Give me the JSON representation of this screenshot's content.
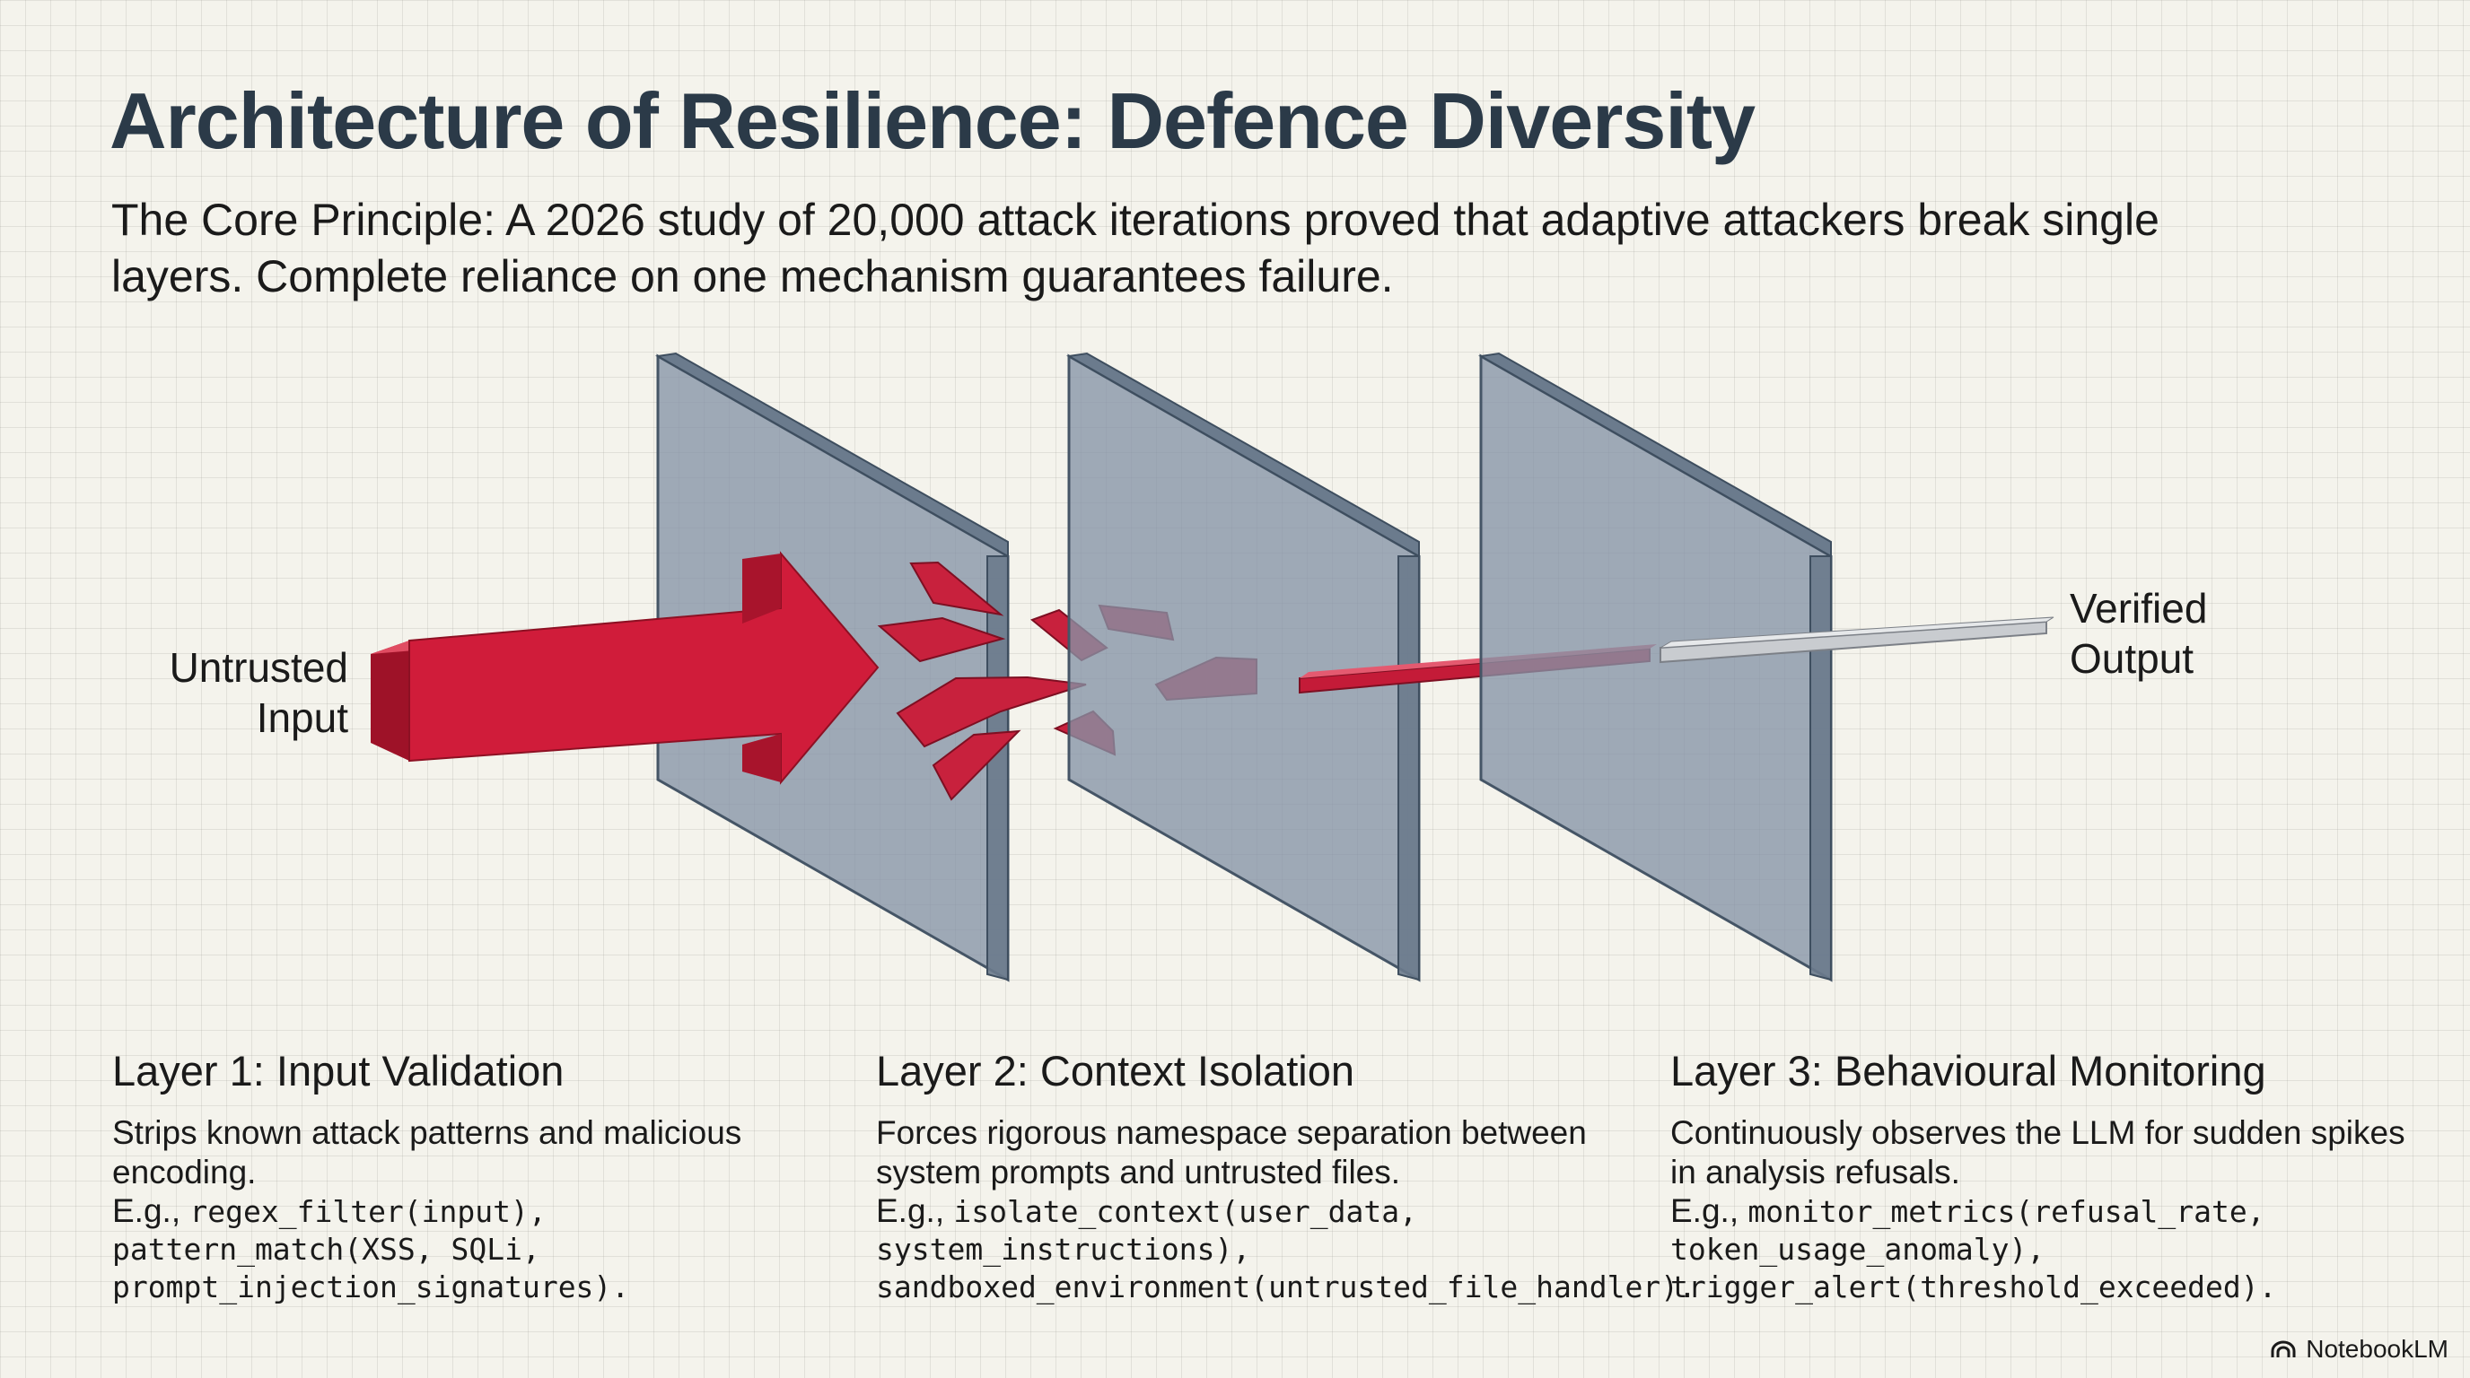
{
  "title": "Architecture of Resilience: Defence Diversity",
  "subtitle": "The Core Principle: A 2026 study of 20,000 attack iterations proved that adaptive attackers break single layers. Complete reliance on one mechanism guarantees failure.",
  "diagram": {
    "input_label": "Untrusted\nInput",
    "output_label": "Verified\nOutput",
    "colors": {
      "attack_red": "#d01c3a",
      "panel_blue": "#8594a6",
      "verified_gray": "#c9ccd0"
    }
  },
  "layers": [
    {
      "heading": "Layer 1: Input Validation",
      "description": "Strips known attack patterns and malicious encoding.",
      "example_prefix": "E.g., ",
      "example_code": "regex_filter(input),\npattern_match(XSS, SQLi,\nprompt_injection_signatures)."
    },
    {
      "heading": "Layer 2: Context Isolation",
      "description": "Forces rigorous namespace separation between system prompts and untrusted files.",
      "example_prefix": "E.g., ",
      "example_code": "isolate_context(user_data,\nsystem_instructions),\nsandboxed_environment(untrusted_file_handler)."
    },
    {
      "heading": "Layer 3: Behavioural Monitoring",
      "description": "Continuously observes the LLM for sudden spikes in analysis refusals.",
      "example_prefix": "E.g., ",
      "example_code": "monitor_metrics(refusal_rate,\ntoken_usage_anomaly),\ntrigger_alert(threshold_exceeded)."
    }
  ],
  "brand": {
    "name": "NotebookLM",
    "icon": "notebooklm-logo-icon"
  }
}
